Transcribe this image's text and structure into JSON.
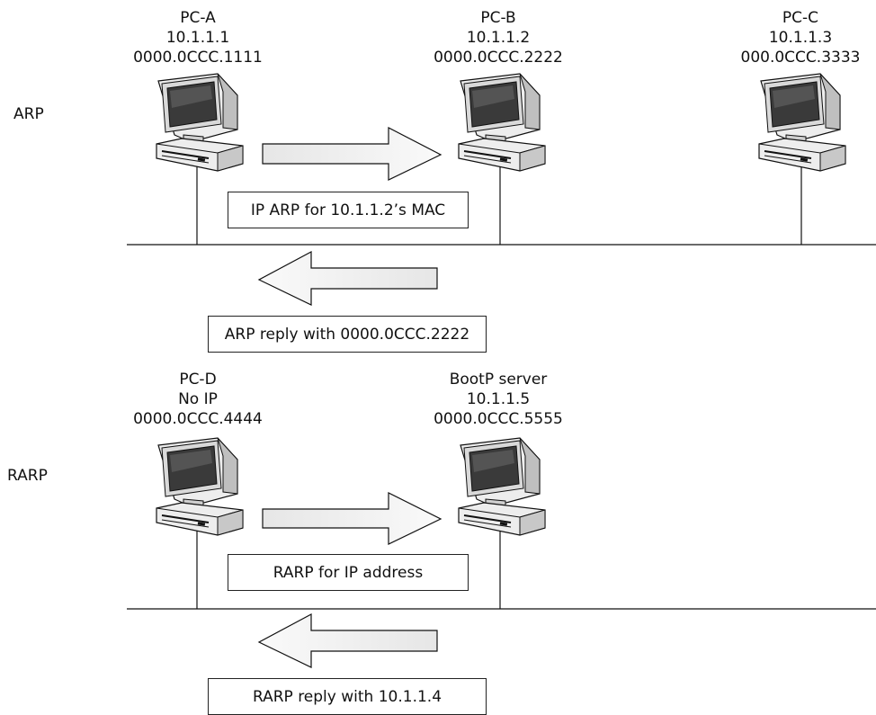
{
  "sections": {
    "arp_label": "ARP",
    "rarp_label": "RARP"
  },
  "hosts": {
    "pc_a": {
      "name": "PC-A",
      "ip": "10.1.1.1",
      "mac": "0000.0CCC.1111"
    },
    "pc_b": {
      "name": "PC-B",
      "ip": "10.1.1.2",
      "mac": "0000.0CCC.2222"
    },
    "pc_c": {
      "name": "PC-C",
      "ip": "10.1.1.3",
      "mac": "000.0CCC.3333"
    },
    "pc_d": {
      "name": "PC-D",
      "ip": "No IP",
      "mac": "0000.0CCC.4444"
    },
    "bootp": {
      "name": "BootP server",
      "ip": "10.1.1.5",
      "mac": "0000.0CCC.5555"
    }
  },
  "messages": {
    "arp_request": "IP ARP for 10.1.1.2’s MAC",
    "arp_reply": "ARP reply with 0000.0CCC.2222",
    "rarp_request": "RARP for IP address",
    "rarp_reply": "RARP reply with 10.1.1.4"
  }
}
